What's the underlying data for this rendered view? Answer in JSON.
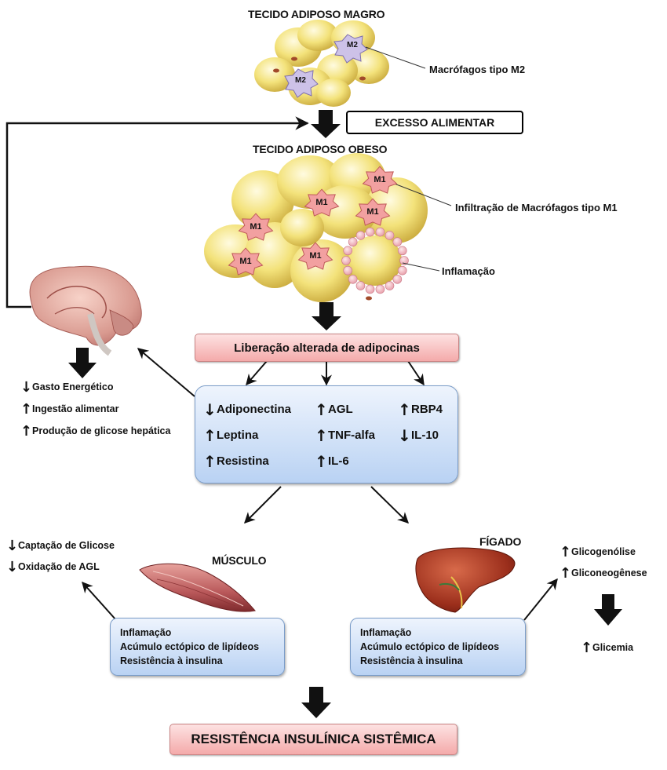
{
  "lean_tissue_title": "TECIDO ADIPOSO MAGRO",
  "m2_label": "M2",
  "m2_callout": "Macrófagos tipo M2",
  "excess_label": "EXCESSO ALIMENTAR",
  "obese_tissue_title": "TECIDO ADIPOSO OBESO",
  "m1_label": "M1",
  "m1_callout": "Infiltração de Macrófagos tipo M1",
  "inflammation_callout": "Inflamação",
  "adipokine_release": "Liberação alterada de adipocinas",
  "adipokines": {
    "col1": [
      {
        "dir": "down",
        "name": "Adiponectina"
      },
      {
        "dir": "up",
        "name": "Leptina"
      },
      {
        "dir": "up",
        "name": "Resistina"
      }
    ],
    "col2": [
      {
        "dir": "up",
        "name": "AGL"
      },
      {
        "dir": "up",
        "name": "TNF-alfa"
      },
      {
        "dir": "up",
        "name": "IL-6"
      }
    ],
    "col3": [
      {
        "dir": "up",
        "name": "RBP4"
      },
      {
        "dir": "down",
        "name": "IL-10"
      }
    ]
  },
  "brain_effects": [
    {
      "dir": "down",
      "text": "Gasto Energético"
    },
    {
      "dir": "up",
      "text": "Ingestão alimentar"
    },
    {
      "dir": "up",
      "text": "Produção de glicose hepática"
    }
  ],
  "muscle_title": "MÚSCULO",
  "muscle_effects": [
    {
      "dir": "down",
      "text": "Captação de Glicose"
    },
    {
      "dir": "down",
      "text": "Oxidação de AGL"
    }
  ],
  "muscle_box": [
    "Inflamação",
    "Acúmulo ectópico de lipídeos",
    "Resistência à insulina"
  ],
  "liver_title": "FÍGADO",
  "liver_effects": [
    {
      "dir": "up",
      "text": "Glicogenólise"
    },
    {
      "dir": "up",
      "text": "Gliconeogênese"
    }
  ],
  "glycemia": {
    "dir": "up",
    "text": "Glicemia"
  },
  "liver_box": [
    "Inflamação",
    "Acúmulo ectópico de lipídeos",
    "Resistência à insulina"
  ],
  "final_label": "RESISTÊNCIA INSULÍNICA SISTÊMICA",
  "colors": {
    "fat_cell": "#f3e27a",
    "macrophage_m1": "#f2a0a0",
    "macrophage_m2": "#cdc2e8",
    "pink_box": "#f4aaaa",
    "blue_box": "#b9d2f3"
  }
}
